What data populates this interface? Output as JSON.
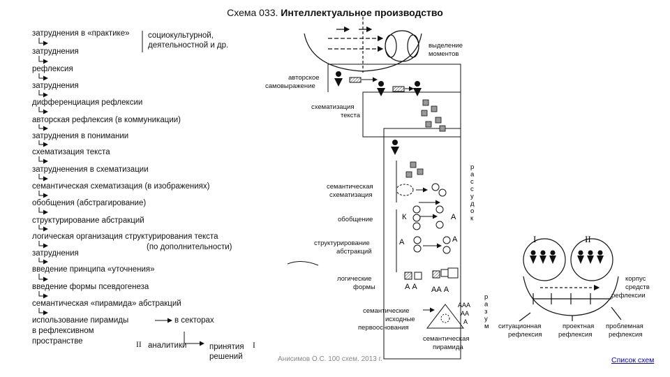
{
  "title_prefix": "Схема 033.",
  "title_main": "Интеллектуальное производство",
  "steps": [
    "затруднения в «практике»",
    "затруднения",
    "рефлексия",
    "затруднения",
    "дифференциация рефлексии",
    "авторская рефлексия (в коммуникации)",
    "затруднения в понимании",
    "схематизация текста",
    "затрудненения в схематизации",
    "семантическая схематизация (в изображениях)",
    "обобщения (абстрагирование)",
    "структурирование абстракций",
    "логическая организация структурирования текста",
    "затруднения",
    "введение принципа «уточнения»",
    "введение формы псевдогенеза",
    "семантическая «пирамида» абстракций",
    "использование пирамиды",
    "в рефлексивном",
    "пространстве"
  ],
  "practice_note_1": "социокультурной,",
  "practice_note_2": "деятельностной и др.",
  "add_note": "(по дополнительности)",
  "sectors": "в секторах",
  "roman_2": "II",
  "roman_1": "I",
  "analytics": "аналитики",
  "decisions_1": "принятия",
  "decisions_2": "решений",
  "labels": {
    "moments_1": "выделение",
    "moments_2": "моментов",
    "author_1": "авторское",
    "author_2": "самовыражение",
    "schem_1": "схематизация",
    "schem_2": "текста",
    "sem_1": "семантическая",
    "sem_2": "схематизация",
    "generalization": "обобщение",
    "struct_1": "структурирование",
    "struct_2": "абстракций",
    "logic_1": "логические",
    "logic_2": "формы",
    "basis_1": "семантические",
    "basis_2": "исходные",
    "basis_3": "первооснования",
    "pyramid_1": "семантическая",
    "pyramid_2": "пирамида",
    "divergence": [
      "р",
      "а",
      "с",
      "с",
      "у",
      "д",
      "о",
      "к"
    ],
    "mind": [
      "р",
      "а",
      "з",
      "у",
      "м"
    ],
    "corpus_1": "корпус",
    "corpus_2": "средств",
    "corpus_3": "рефлексии",
    "situational_1": "ситуационная",
    "situational_2": "рефлексия",
    "project_1": "проектная",
    "project_2": "рефлексия",
    "problem_1": "проблемная",
    "problem_2": "рефлексия",
    "k": "К",
    "a": "А",
    "a_a": "А  А",
    "aa_a": "АА  А",
    "aaa_1": "ААА",
    "aaa_2": "АА",
    "aaa_3": "А",
    "roman_1": "I",
    "roman_2": "II"
  },
  "credit": "Анисимов О.С. 100 схем. 2013 г.",
  "link": "Список схем"
}
